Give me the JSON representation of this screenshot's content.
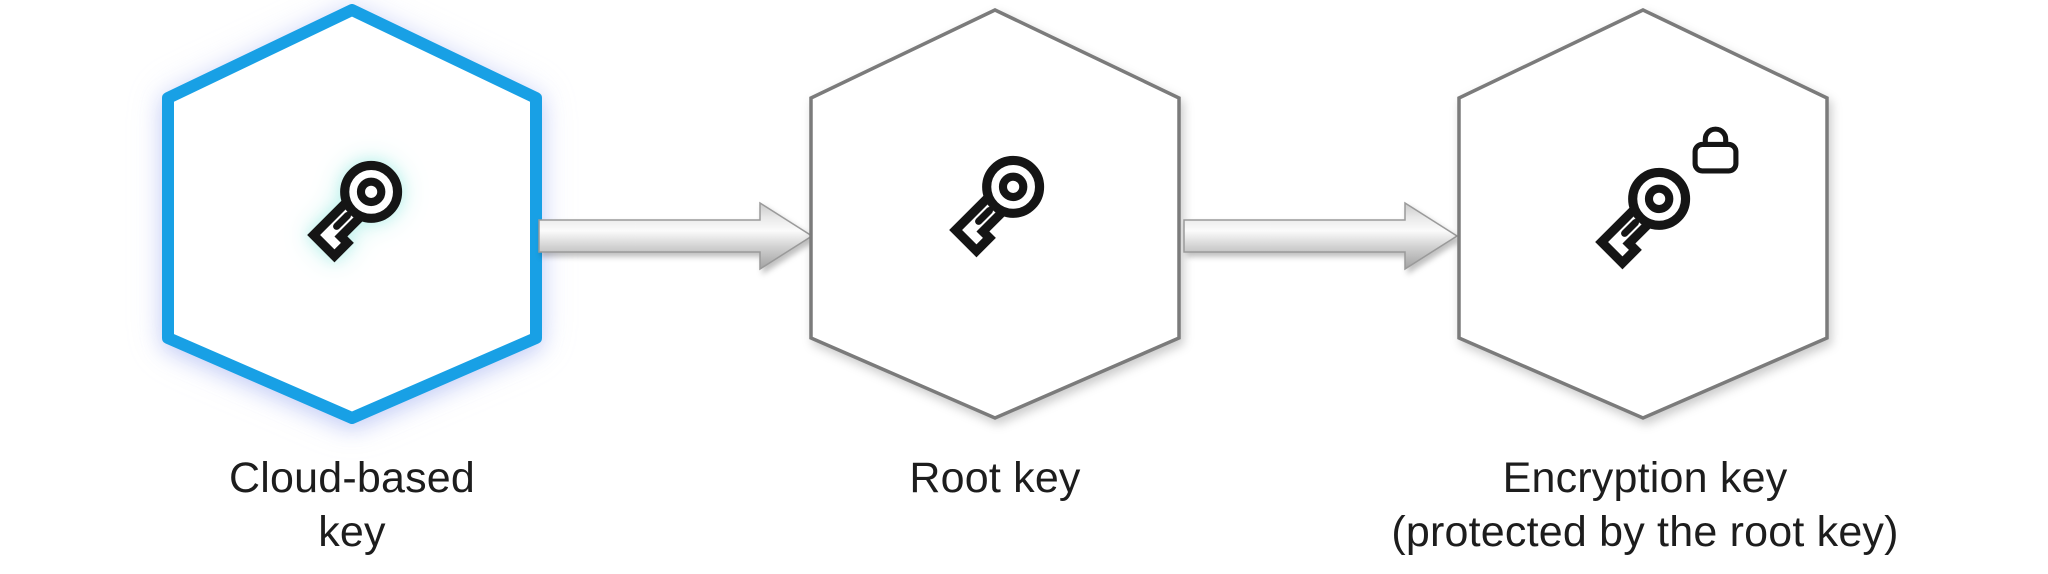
{
  "diagram": {
    "colors": {
      "accent_blue": "#18a0e5",
      "hex_gray": "#7b7b7b",
      "icon_black": "#151515",
      "key_glow": "#cdf5f1",
      "text": "#1d1d1d",
      "background": "#ffffff"
    },
    "nodes": [
      {
        "id": "cloud-based-key",
        "label_lines": [
          "Cloud-based",
          "key"
        ],
        "highlighted": true,
        "icons": [
          "key-icon"
        ]
      },
      {
        "id": "root-key",
        "label_lines": [
          "Root key"
        ],
        "highlighted": false,
        "icons": [
          "key-icon"
        ]
      },
      {
        "id": "encryption-key",
        "label_lines": [
          "Encryption key",
          "(protected by the root key)"
        ],
        "highlighted": false,
        "icons": [
          "key-icon",
          "lock-icon"
        ]
      }
    ],
    "connections": [
      {
        "from": "cloud-based-key",
        "to": "root-key",
        "type": "arrow-right"
      },
      {
        "from": "root-key",
        "to": "encryption-key",
        "type": "arrow-right"
      }
    ]
  }
}
